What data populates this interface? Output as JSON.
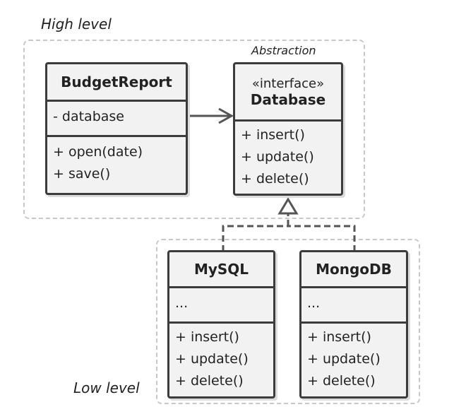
{
  "groups": {
    "high_level": "High level",
    "low_level": "Low level",
    "abstraction": "Abstraction"
  },
  "budget_report": {
    "title": "BudgetReport",
    "fields": [
      "- database"
    ],
    "methods": [
      "+ open(date)",
      "+ save()"
    ]
  },
  "database": {
    "stereotype": "«interface»",
    "title": "Database",
    "methods": [
      "+ insert()",
      "+ update()",
      "+ delete()"
    ]
  },
  "mysql": {
    "title": "MySQL",
    "fields": [
      "..."
    ],
    "methods": [
      "+ insert()",
      "+ update()",
      "+ delete()"
    ]
  },
  "mongodb": {
    "title": "MongoDB",
    "fields": [
      "..."
    ],
    "methods": [
      "+ insert()",
      "+ update()",
      "+ delete()"
    ]
  }
}
